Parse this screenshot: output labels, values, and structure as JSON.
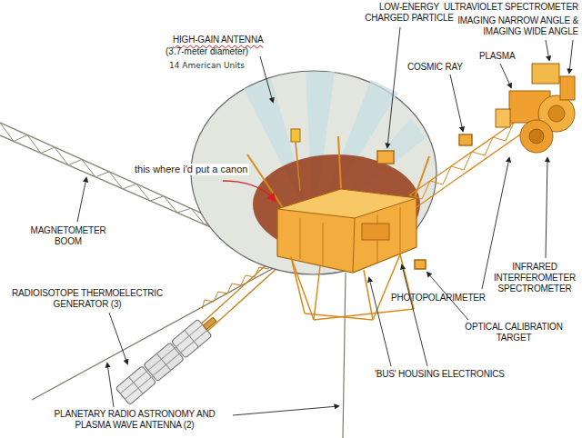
{
  "diagram": {
    "labels": [
      "LOW-ENERGY CHARGED PARTICLE",
      "ULTRAVIOLET SPECTROMETER",
      "IMAGING NARROW ANGLE & IMAGING WIDE ANGLE",
      "HIGH-GAIN ANTENNA",
      "(3.7-meter diameter)",
      "14 American Units",
      "PLASMA",
      "COSMIC RAY",
      "this where i'd put a canon",
      "MAGNETOMETER BOOM",
      "PHOTOPOLARIMETER",
      "INFRARED INTERFEROMETER SPECTROMETER",
      "RADIOISOTOPE THERMOELECTRIC GENERATOR (3)",
      "OPTICAL CALIBRATION TARGET",
      "'BUS' HOUSING ELECTRONICS",
      "PLANETARY RADIO ASTRONOMY AND PLASMA WAVE ANTENNA (2)"
    ]
  }
}
